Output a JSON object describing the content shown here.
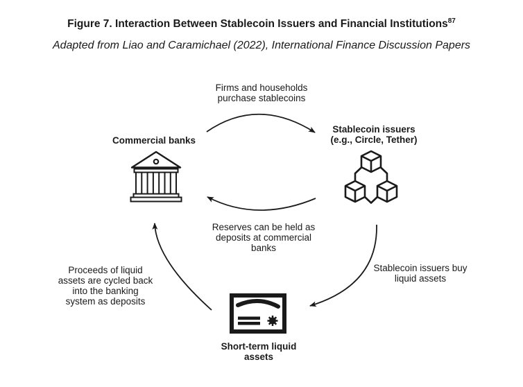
{
  "header": {
    "title": "Figure 7. Interaction Between Stablecoin Issuers and Financial Institutions",
    "footnote_marker": "87",
    "subtitle": "Adapted from Liao and Caramichael (2022), International Finance Discussion Papers"
  },
  "diagram": {
    "nodes": {
      "commercial_banks": {
        "label": "Commercial banks",
        "icon": "bank-icon"
      },
      "stablecoin_issuers": {
        "label": "Stablecoin issuers\n(e.g., Circle, Tether)",
        "icon": "cubes-icon"
      },
      "short_term_liquid_assets": {
        "label": "Short-term liquid\nassets",
        "icon": "certificate-icon"
      }
    },
    "flows": {
      "purchase": {
        "label": "Firms and households\npurchase stablecoins",
        "from": "commercial_banks",
        "to": "stablecoin_issuers"
      },
      "reserves": {
        "label": "Reserves can be held as\ndeposits at commercial\nbanks",
        "from": "stablecoin_issuers",
        "to": "commercial_banks"
      },
      "buy_assets": {
        "label": "Stablecoin issuers buy\nliquid assets",
        "from": "stablecoin_issuers",
        "to": "short_term_liquid_assets"
      },
      "proceeds": {
        "label": "Proceeds of liquid\nassets are cycled back\ninto the banking\nsystem as deposits",
        "from": "short_term_liquid_assets",
        "to": "commercial_banks"
      }
    },
    "colors": {
      "ink": "#1a1a1a",
      "background": "#ffffff"
    }
  }
}
